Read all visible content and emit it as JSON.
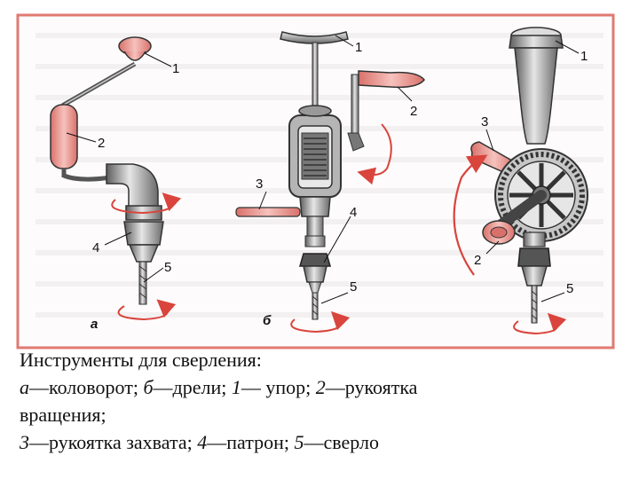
{
  "figure": {
    "letters": {
      "a": "а",
      "b": "б"
    },
    "callouts": {
      "brace": {
        "n1": "1",
        "n2": "2",
        "n4": "4",
        "n5": "5"
      },
      "drill_b": {
        "n1": "1",
        "n2": "2",
        "n3": "3",
        "n4": "4",
        "n5": "5"
      },
      "drill_c": {
        "n1": "1",
        "n2": "2",
        "n3": "3",
        "n5": "5"
      }
    },
    "colors": {
      "frame": "#e07a72",
      "handle": "#ef9f98",
      "metal": "#8f8f8f",
      "dark": "#3b3b3b",
      "arrow": "#d9443c"
    }
  },
  "caption": {
    "line1": "Инструменты для сверления:",
    "line2": {
      "k_a": "а",
      "t_a": "—коловорот;  ",
      "k_b": "б",
      "t_b": "—дрели;   ",
      "k_1": "1",
      "t_1": "— упор; ",
      "k_2": "2",
      "t_2": "—рукоятка"
    },
    "line3": "вращения;",
    "line4": {
      "k_3": "3",
      "t_3": "—рукоятка захвата;  ",
      "k_4": "4",
      "t_4": "—патрон;  ",
      "k_5": "5",
      "t_5": "—сверло"
    }
  }
}
